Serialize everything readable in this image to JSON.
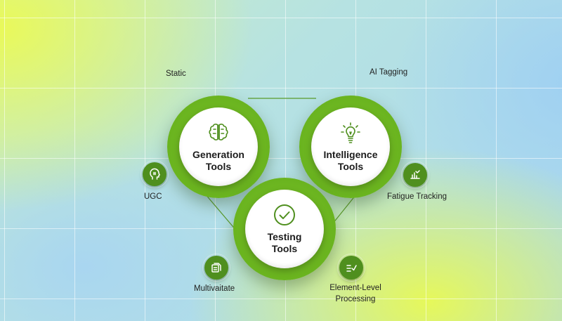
{
  "hubs": {
    "generation": {
      "line1": "Generation",
      "line2": "Tools",
      "icon": "brain-icon"
    },
    "intelligence": {
      "line1": "Intelligence",
      "line2": "Tools",
      "icon": "lightbulb-icon"
    },
    "testing": {
      "line1": "Testing",
      "line2": "Tools",
      "icon": "check-circle-icon"
    }
  },
  "labels": {
    "static": "Static",
    "ai_tagging": "AI Tagging",
    "ugc": "UGC",
    "fatigue_tracking": "Fatigue Tracking",
    "multivariate": "Multivaitate",
    "element_level_line1": "Element-Level",
    "element_level_line2": "Processing"
  },
  "nodes": {
    "ugc": "person-head-icon",
    "fatigue_tracking": "chart-hand-icon",
    "multivariate": "document-stack-icon",
    "element_level": "checklist-icon"
  },
  "colors": {
    "hub_green": "#6bb520",
    "node_green": "#4f8f1e",
    "connector": "#5a9a2a",
    "text": "#1f1f1f"
  }
}
